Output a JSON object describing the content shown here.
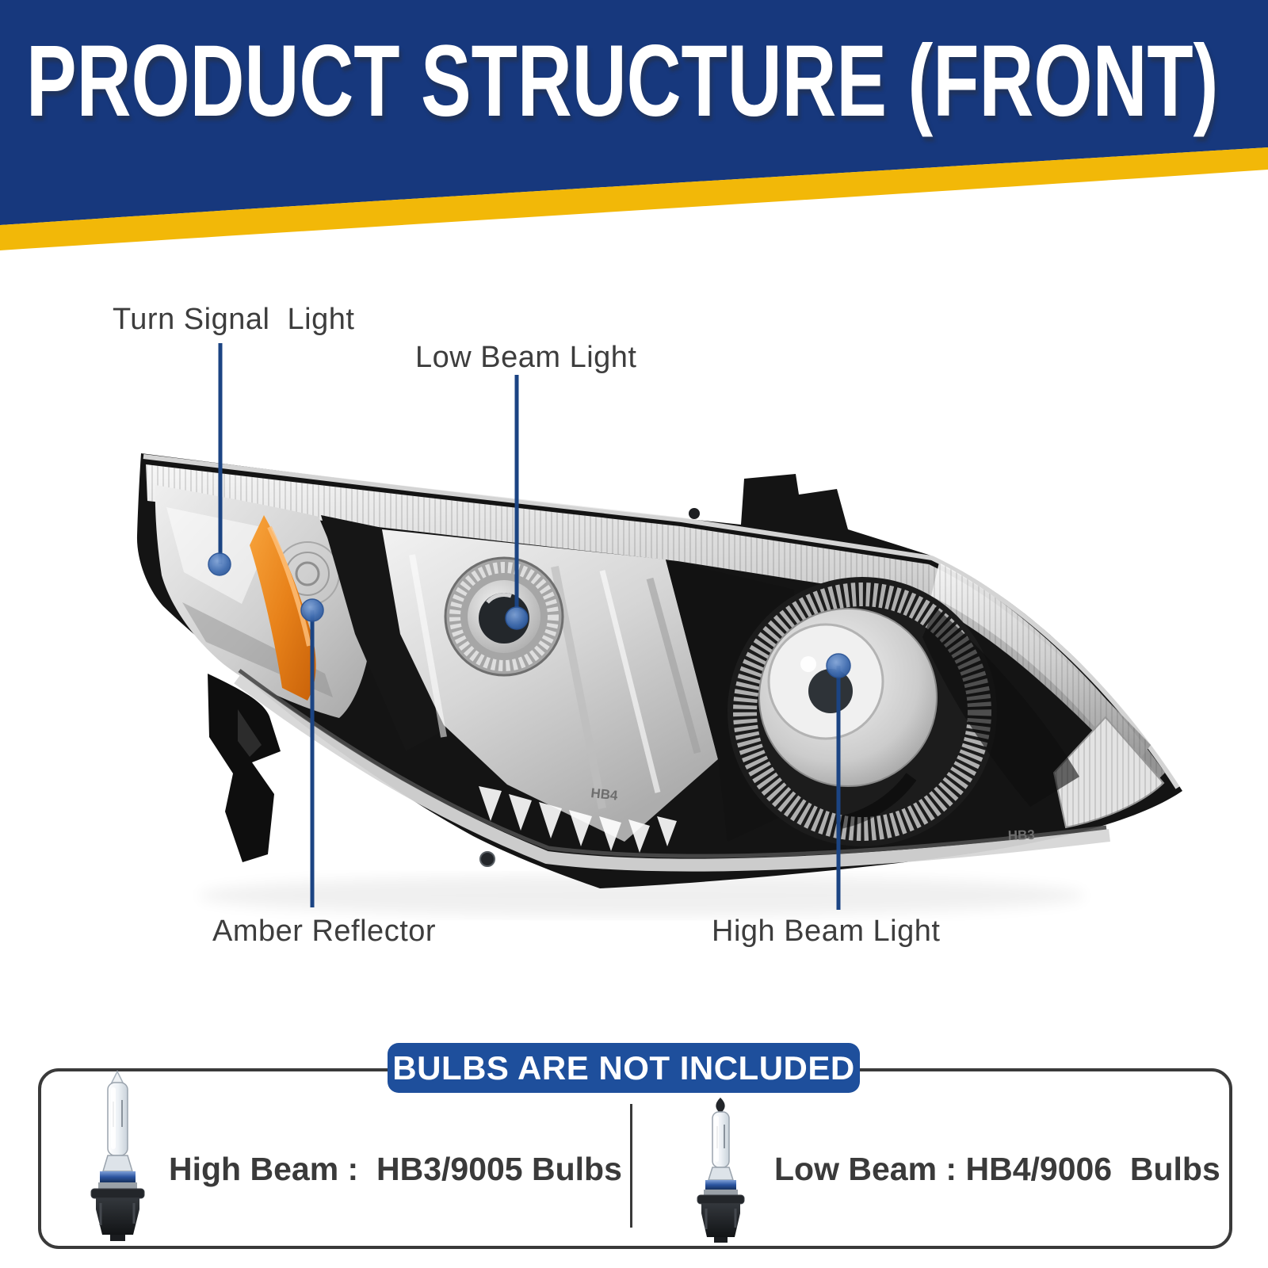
{
  "banner": {
    "title": "PRODUCT STRUCTURE (FRONT)"
  },
  "callouts": {
    "turn_signal": {
      "label": "Turn Signal  Light"
    },
    "low_beam": {
      "label": "Low Beam Light"
    },
    "amber_reflector": {
      "label": "Amber Reflector"
    },
    "high_beam": {
      "label": "High Beam Light"
    }
  },
  "product": {
    "markings": {
      "low_beam_bulb_code": "HB4",
      "high_beam_bulb_code": "HB3"
    }
  },
  "bulbs_box": {
    "header": "BULBS ARE NOT INCLUDED",
    "high_beam_item": {
      "label": "High Beam :  HB3/9005 Bulbs"
    },
    "low_beam_item": {
      "label": "Low Beam : HB4/9006  Bulbs"
    }
  },
  "colors": {
    "banner_blue": "#17387d",
    "stripe_yellow": "#f2b808",
    "badge_blue": "#1e4f9c",
    "leader_line_blue": "#1b4483",
    "dot_blue": "#3f6cb0",
    "label_gray": "#3d3d3d",
    "amber_reflector_orange": "#e8821a"
  }
}
